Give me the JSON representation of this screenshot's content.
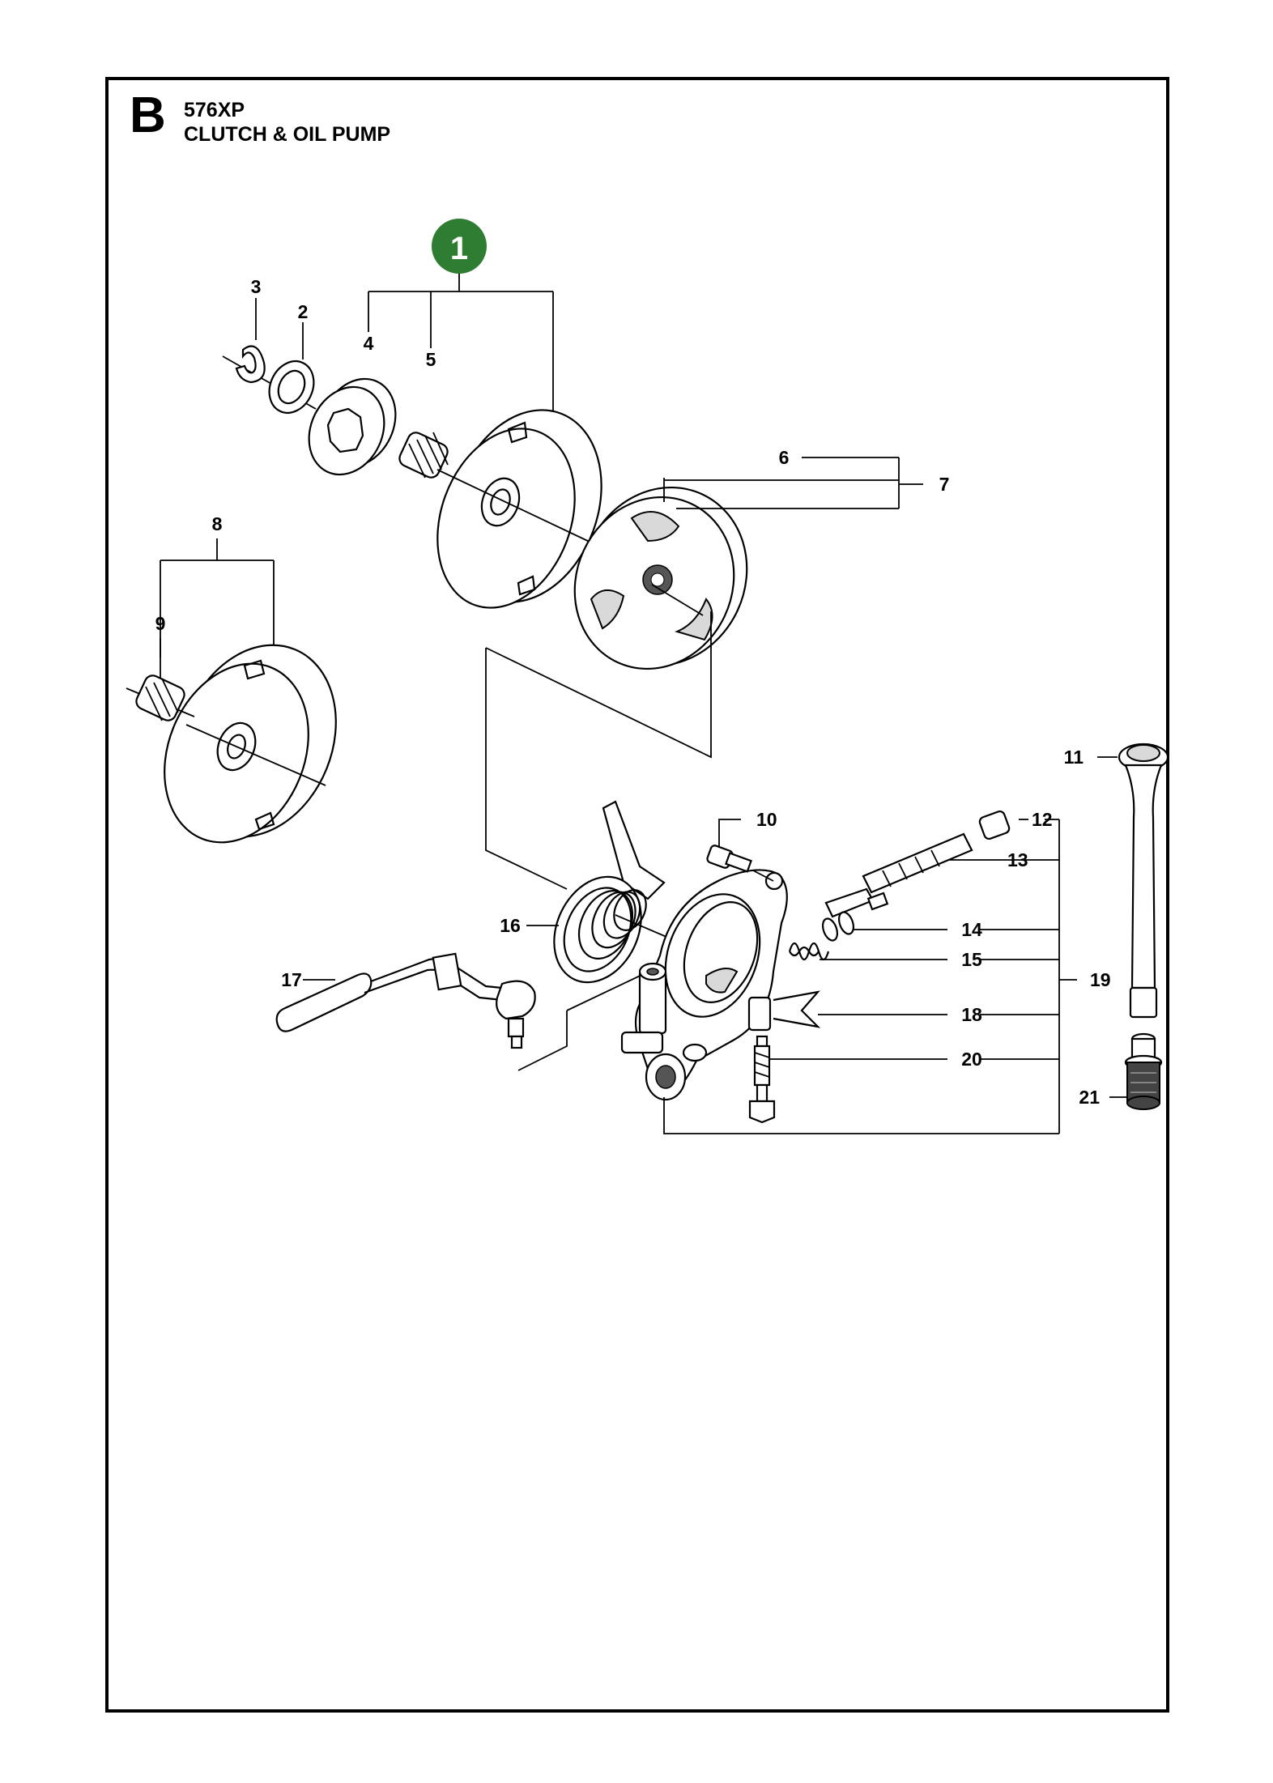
{
  "header": {
    "section_letter": "B",
    "model": "576XP",
    "title": "CLUTCH & OIL PUMP"
  },
  "badge": {
    "label": "1",
    "color": "#2e7d32"
  },
  "callouts": {
    "c2": "2",
    "c3": "3",
    "c4": "4",
    "c5": "5",
    "c6": "6",
    "c7": "7",
    "c8": "8",
    "c9": "9",
    "c10": "10",
    "c11": "11",
    "c12": "12",
    "c13": "13",
    "c14": "14",
    "c15": "15",
    "c16": "16",
    "c17": "17",
    "c18": "18",
    "c19": "19",
    "c20": "20",
    "c21": "21"
  }
}
